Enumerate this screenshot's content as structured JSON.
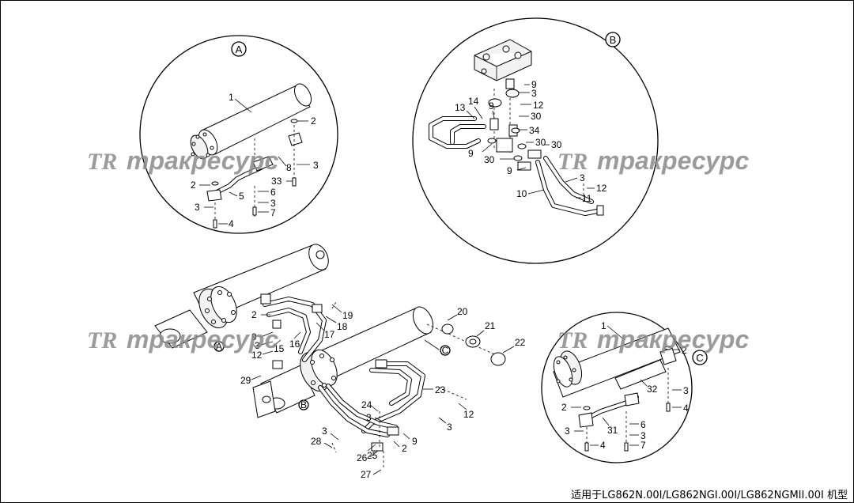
{
  "callouts": {
    "A": "A",
    "B": "B",
    "C": "C"
  },
  "detail_a_numbers": [
    "1",
    "2",
    "8",
    "3",
    "2",
    "5",
    "6",
    "33",
    "3",
    "3",
    "7",
    "4"
  ],
  "detail_b_numbers": [
    "13",
    "14",
    "9",
    "9",
    "3",
    "12",
    "30",
    "34",
    "30",
    "30",
    "9",
    "30",
    "9",
    "3",
    "12",
    "11",
    "10"
  ],
  "detail_c_numbers": [
    "1",
    "2",
    "32",
    "3",
    "2",
    "4",
    "31",
    "6",
    "3",
    "3",
    "4",
    "7"
  ],
  "main_numbers": [
    "19",
    "18",
    "17",
    "2",
    "9",
    "3",
    "15",
    "16",
    "12",
    "20",
    "21",
    "22",
    "29",
    "23",
    "24",
    "3",
    "12",
    "3",
    "3",
    "28",
    "25",
    "2",
    "9",
    "26",
    "27"
  ],
  "watermark": {
    "logo": "TR",
    "text": "тракресурс"
  },
  "footer": "适用于LG862N.00I/LG862NGI.00I/LG862NGMII.00I 机型"
}
